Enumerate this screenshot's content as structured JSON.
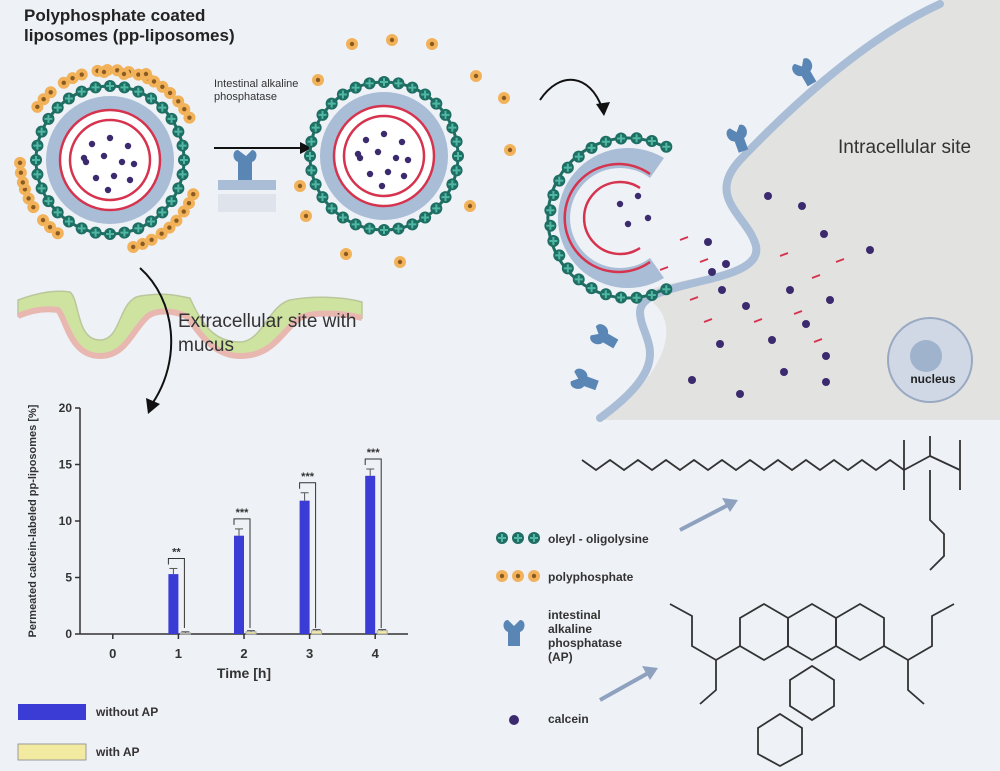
{
  "title": "Polyphosphate coated liposomes (pp-liposomes)",
  "enzyme_label": "Intestinal alkaline phosphatase",
  "intracellular_label": "Intracellular site",
  "extracellular_label": "Extracellular site with mucus",
  "nucleus_label": "nucleus",
  "legend": {
    "oleyl": "oleyl - oligolysine",
    "polyphosphate": "polyphosphate",
    "iap": "intestinal alkaline phosphatase (AP)",
    "calcein": "calcein"
  },
  "chart_data": {
    "type": "bar",
    "ylabel": "Permeated calcein-labeled pp-liposomes [%]",
    "xlabel": "Time [h]",
    "categories": [
      "0",
      "1",
      "2",
      "3",
      "4"
    ],
    "ylim": [
      0,
      20
    ],
    "yticks": [
      0,
      5,
      10,
      15,
      20
    ],
    "series": [
      {
        "name": "without AP",
        "values": [
          0,
          5.3,
          8.7,
          11.8,
          14.0
        ],
        "errors": [
          0,
          0.5,
          0.6,
          0.7,
          0.6
        ],
        "color": "#3b3bd6"
      },
      {
        "name": "with AP",
        "values": [
          0,
          0.1,
          0.2,
          0.3,
          0.3
        ],
        "errors": [
          0,
          0.1,
          0.1,
          0.1,
          0.1
        ],
        "color": "#f3eaa2"
      }
    ],
    "significance": [
      "",
      "**",
      "***",
      "***",
      "***"
    ]
  },
  "colors": {
    "membrane": "#a9bdd6",
    "red_layer": "#d6334e",
    "lysine": "#1f6e63",
    "lysine_bead": "#4fb7a3",
    "polyphosphate": "#f2b25a",
    "calcein": "#3c2a6e",
    "enzyme": "#5a86b6",
    "mucus": "#cfe3a1",
    "cell": "#e2e2e0"
  }
}
